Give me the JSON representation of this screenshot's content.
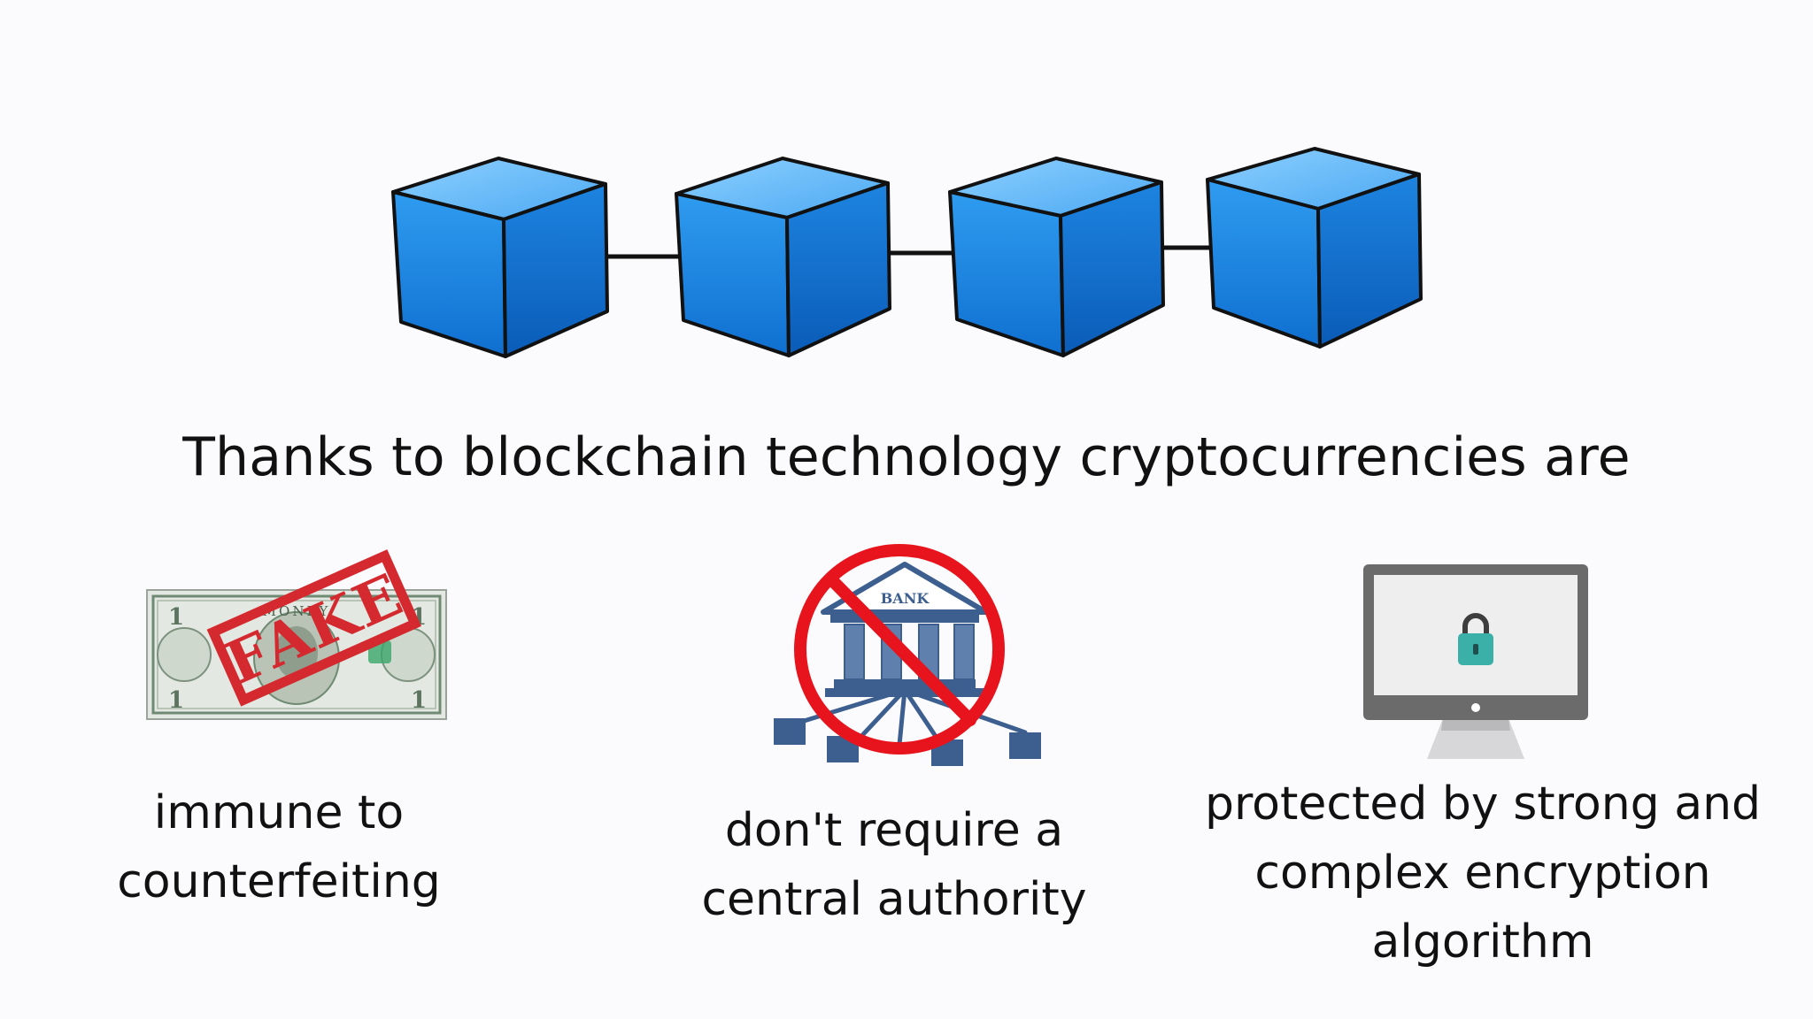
{
  "headline": "Thanks to blockchain technology cryptocurrencies are",
  "chain": {
    "block_count": 4,
    "block_color": "#1e8ee8",
    "icon": "cube-icon"
  },
  "features": [
    {
      "icon": "fake-banknote-icon",
      "stamp_text": "FAKE",
      "note_text": "MONEY",
      "note_digit": "1",
      "lines": [
        "immune to",
        "counterfeiting"
      ]
    },
    {
      "icon": "no-bank-icon",
      "sign_text": "BANK",
      "lines": [
        "don't require a",
        "central authority"
      ]
    },
    {
      "icon": "locked-monitor-icon",
      "lines": [
        "protected by strong and",
        "complex encryption",
        "algorithm"
      ]
    }
  ],
  "colors": {
    "stamp_red": "#d42a2f",
    "prohibit_red": "#e8141d",
    "bank_blue": "#3d5f8f",
    "lock_teal": "#3bb0a8",
    "monitor_gray": "#6b6b6b"
  }
}
